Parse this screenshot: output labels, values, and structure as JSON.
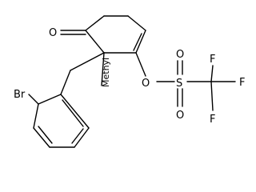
{
  "structure": {
    "atoms": {
      "carbonyl_oxygen": "O",
      "methyl": "Methyl",
      "bromine": "Br",
      "ester_oxygen": "O",
      "sulfur": "S",
      "sulfonyl_oxygen_top": "O",
      "sulfonyl_oxygen_bottom": "O",
      "fluorine_top": "F",
      "fluorine_right": "F",
      "fluorine_bottom": "F"
    }
  }
}
